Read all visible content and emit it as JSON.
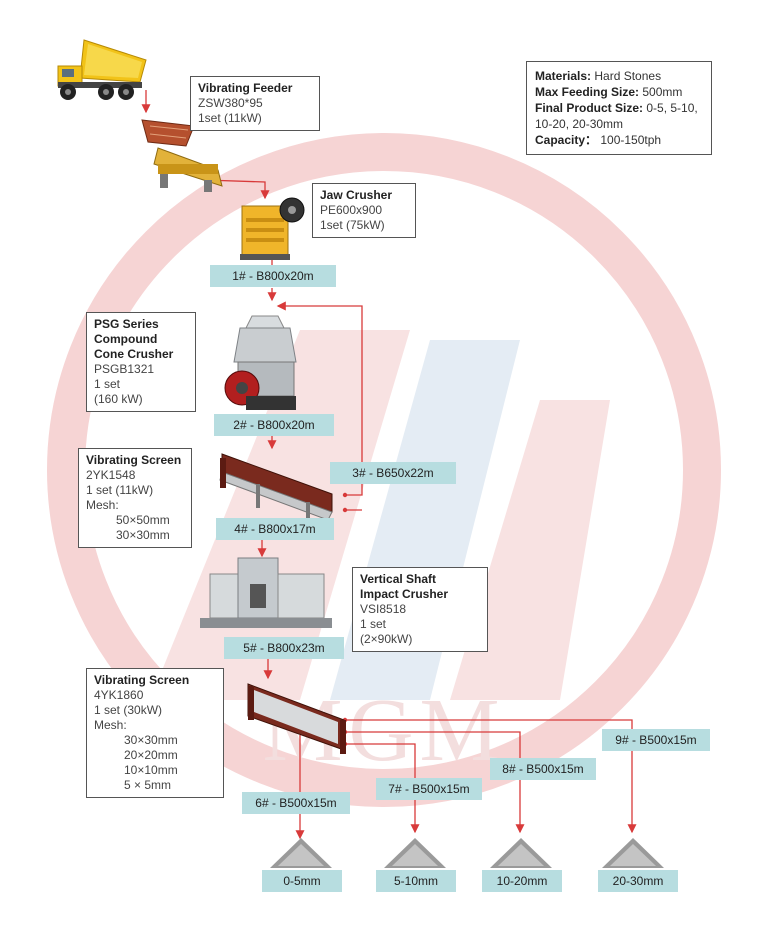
{
  "watermark": {
    "text": "MGM",
    "color": "#e03030"
  },
  "accent_color": "#d83a3a",
  "spec": [
    {
      "label": "Materials:",
      "value": " Hard Stones"
    },
    {
      "label": "Max Feeding Size:",
      "value": " 500mm"
    },
    {
      "label": "Final Product Size:",
      "value": " 0-5, 5-10, 10-20, 20-30mm"
    },
    {
      "label": "Capacity：",
      "value": "  100-150tph"
    }
  ],
  "feeder": {
    "title": "Vibrating Feeder",
    "model": "ZSW380*95",
    "qty": "1set  (11kW)"
  },
  "jaw": {
    "title": "Jaw Crusher",
    "model": "PE600x900",
    "qty": "1set  (75kW)"
  },
  "cone": {
    "title1": "PSG Series",
    "title2": "Compound",
    "title3": "Cone Crusher",
    "model": "PSGB1321",
    "qty": "1 set",
    "power": "(160 kW)"
  },
  "screen1": {
    "title": "Vibrating Screen",
    "model": "2YK1548",
    "qty": "1 set  (11kW)",
    "mesh_label": "Mesh:",
    "mesh": [
      "50×50mm",
      "30×30mm"
    ]
  },
  "vsi": {
    "title1": "Vertical Shaft",
    "title2": "Impact Crusher",
    "model": "VSI8518",
    "qty": "1 set",
    "power": "(2×90kW)"
  },
  "screen2": {
    "title": "Vibrating Screen",
    "model": "4YK1860",
    "qty": "1 set  (30kW)",
    "mesh_label": "Mesh:",
    "mesh": [
      "30×30mm",
      "20×20mm",
      "10×10mm",
      "5 × 5mm"
    ]
  },
  "belts": {
    "b1": "1# - B800x20m",
    "b2": "2# - B800x20m",
    "b3": "3# - B650x22m",
    "b4": "4# - B800x17m",
    "b5": "5# - B800x23m",
    "b6": "6# - B500x15m",
    "b7": "7# - B500x15m",
    "b8": "8# - B500x15m",
    "b9": "9# - B500x15m"
  },
  "products": [
    "0-5mm",
    "5-10mm",
    "10-20mm",
    "20-30mm"
  ]
}
